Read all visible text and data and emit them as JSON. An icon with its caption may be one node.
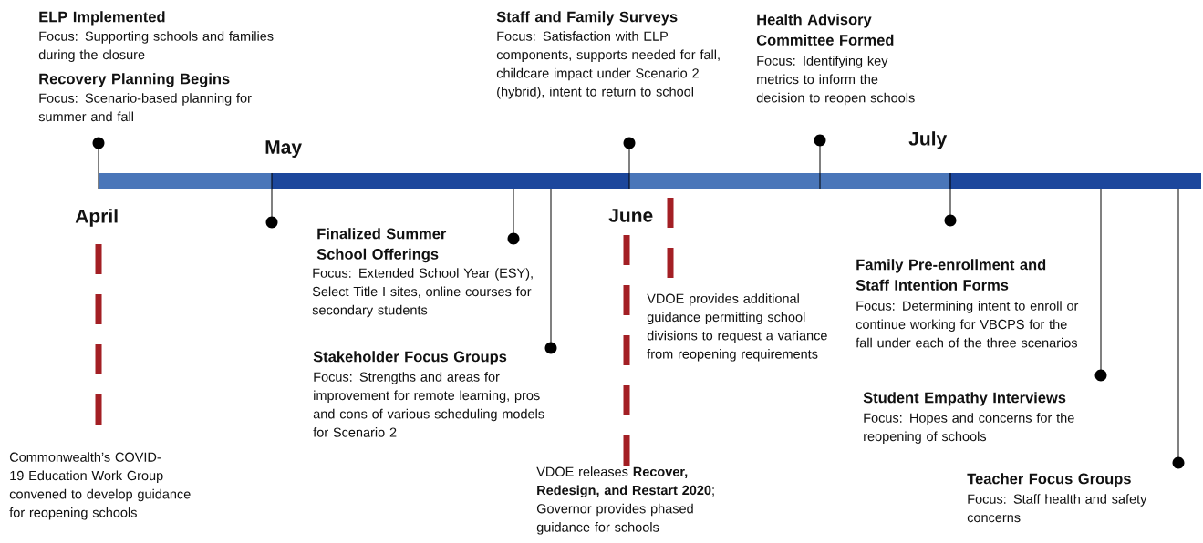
{
  "diagram": {
    "labels": [
      "ELP Implemented",
      "Focus:  Supporting schools and families during the closure",
      "Recovery Planning Begins",
      "Focus:  Scenario-based planning for summer and fall",
      "Staff and Family Surveys",
      "Focus:  Satisfaction with ELP components, supports needed for fall, childcare impact under Scenario 2 (hybrid), intent to return to school",
      "Health Advisory Committee Formed",
      "Focus:  Identifying key metrics to inform the decision to reopen schools",
      "May",
      "July",
      "April",
      "June",
      "Finalized Summer School Offerings",
      "Focus:  Extended School Year (ESY), Select Title I sites, online courses for secondary students",
      "VDOE provides additional guidance permitting school divisions to request a variance from reopening requirements",
      "Family Pre-enrollment and Staff Intention Forms",
      "Focus:  Determining intent to enroll or continue working for VBCPS for the fall under each of the three scenarios",
      "Stakeholder Focus Groups",
      "Focus:  Strengths and areas for improvement for remote learning, pros and cons of various scheduling models for Scenario 2",
      "Student Empathy Interviews",
      "Focus:  Hopes and concerns for the reopening of schools",
      "Commonwealth’s COVID-19 Education Work Group convened to develop guidance for reopening schools",
      "VDOE releases **Recover, Redesign, and Restart 2020**; Governor provides phased guidance for schools",
      "Teacher Focus Groups",
      "Focus:  Staff health and safety concerns"
    ]
  }
}
